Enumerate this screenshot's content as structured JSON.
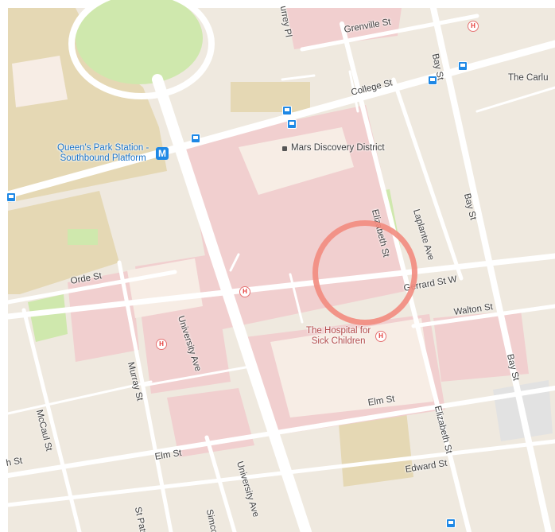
{
  "map": {
    "streets": {
      "grenville": "Grenville St",
      "murray_pl": "urrey Pl",
      "bay_upper": "Bay St",
      "college": "College St",
      "carlu": "The Carlu",
      "mars": "Mars Discovery District",
      "elizabeth_upper": "Elizabeth St",
      "laplante": "Laplante Ave",
      "bay_mid": "Bay St",
      "orde": "Orde St",
      "gerrard": "Gerrard St W",
      "university_upper": "University Ave",
      "walton": "Walton St",
      "murray_st": "Murray St",
      "bay_lower": "Bay St",
      "mccaul": "McCaul St",
      "elizabeth_lower": "Elizabeth St",
      "elm_right": "Elm St",
      "elm_left": "Elm St",
      "edward": "Edward St",
      "h_st_left": "h St",
      "university_lower": "University Ave",
      "st_patrick": "St Patrick",
      "simcoe": "Simcoe St"
    },
    "station": {
      "line1": "Queen's Park Station -",
      "line2": "Southbound Platform",
      "marker": "M"
    },
    "hospital": {
      "line1": "The Hospital for",
      "line2": "Sick Children",
      "icon": "H"
    },
    "colors": {
      "land": "#efe9df",
      "road": "#ffffff",
      "park": "#cfe8ad",
      "hospital_area": "#f1cfcf",
      "university_area": "#e5d8b4",
      "building": "#f7ede5",
      "highlight": "#f28b7e",
      "transit": "#1e88e5"
    }
  }
}
